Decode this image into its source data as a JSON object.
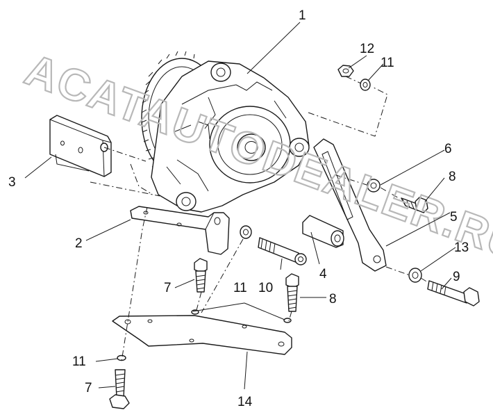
{
  "watermark": "ACATAUTODEALER.RU",
  "callouts": [
    "1",
    "2",
    "3",
    "4",
    "5",
    "6",
    "7",
    "7",
    "8",
    "8",
    "9",
    "10",
    "11",
    "11",
    "11",
    "12",
    "13",
    "14"
  ],
  "colors": {
    "line": "#1a1a1a",
    "watermark": "#b8b8b8",
    "background": "#ffffff"
  }
}
